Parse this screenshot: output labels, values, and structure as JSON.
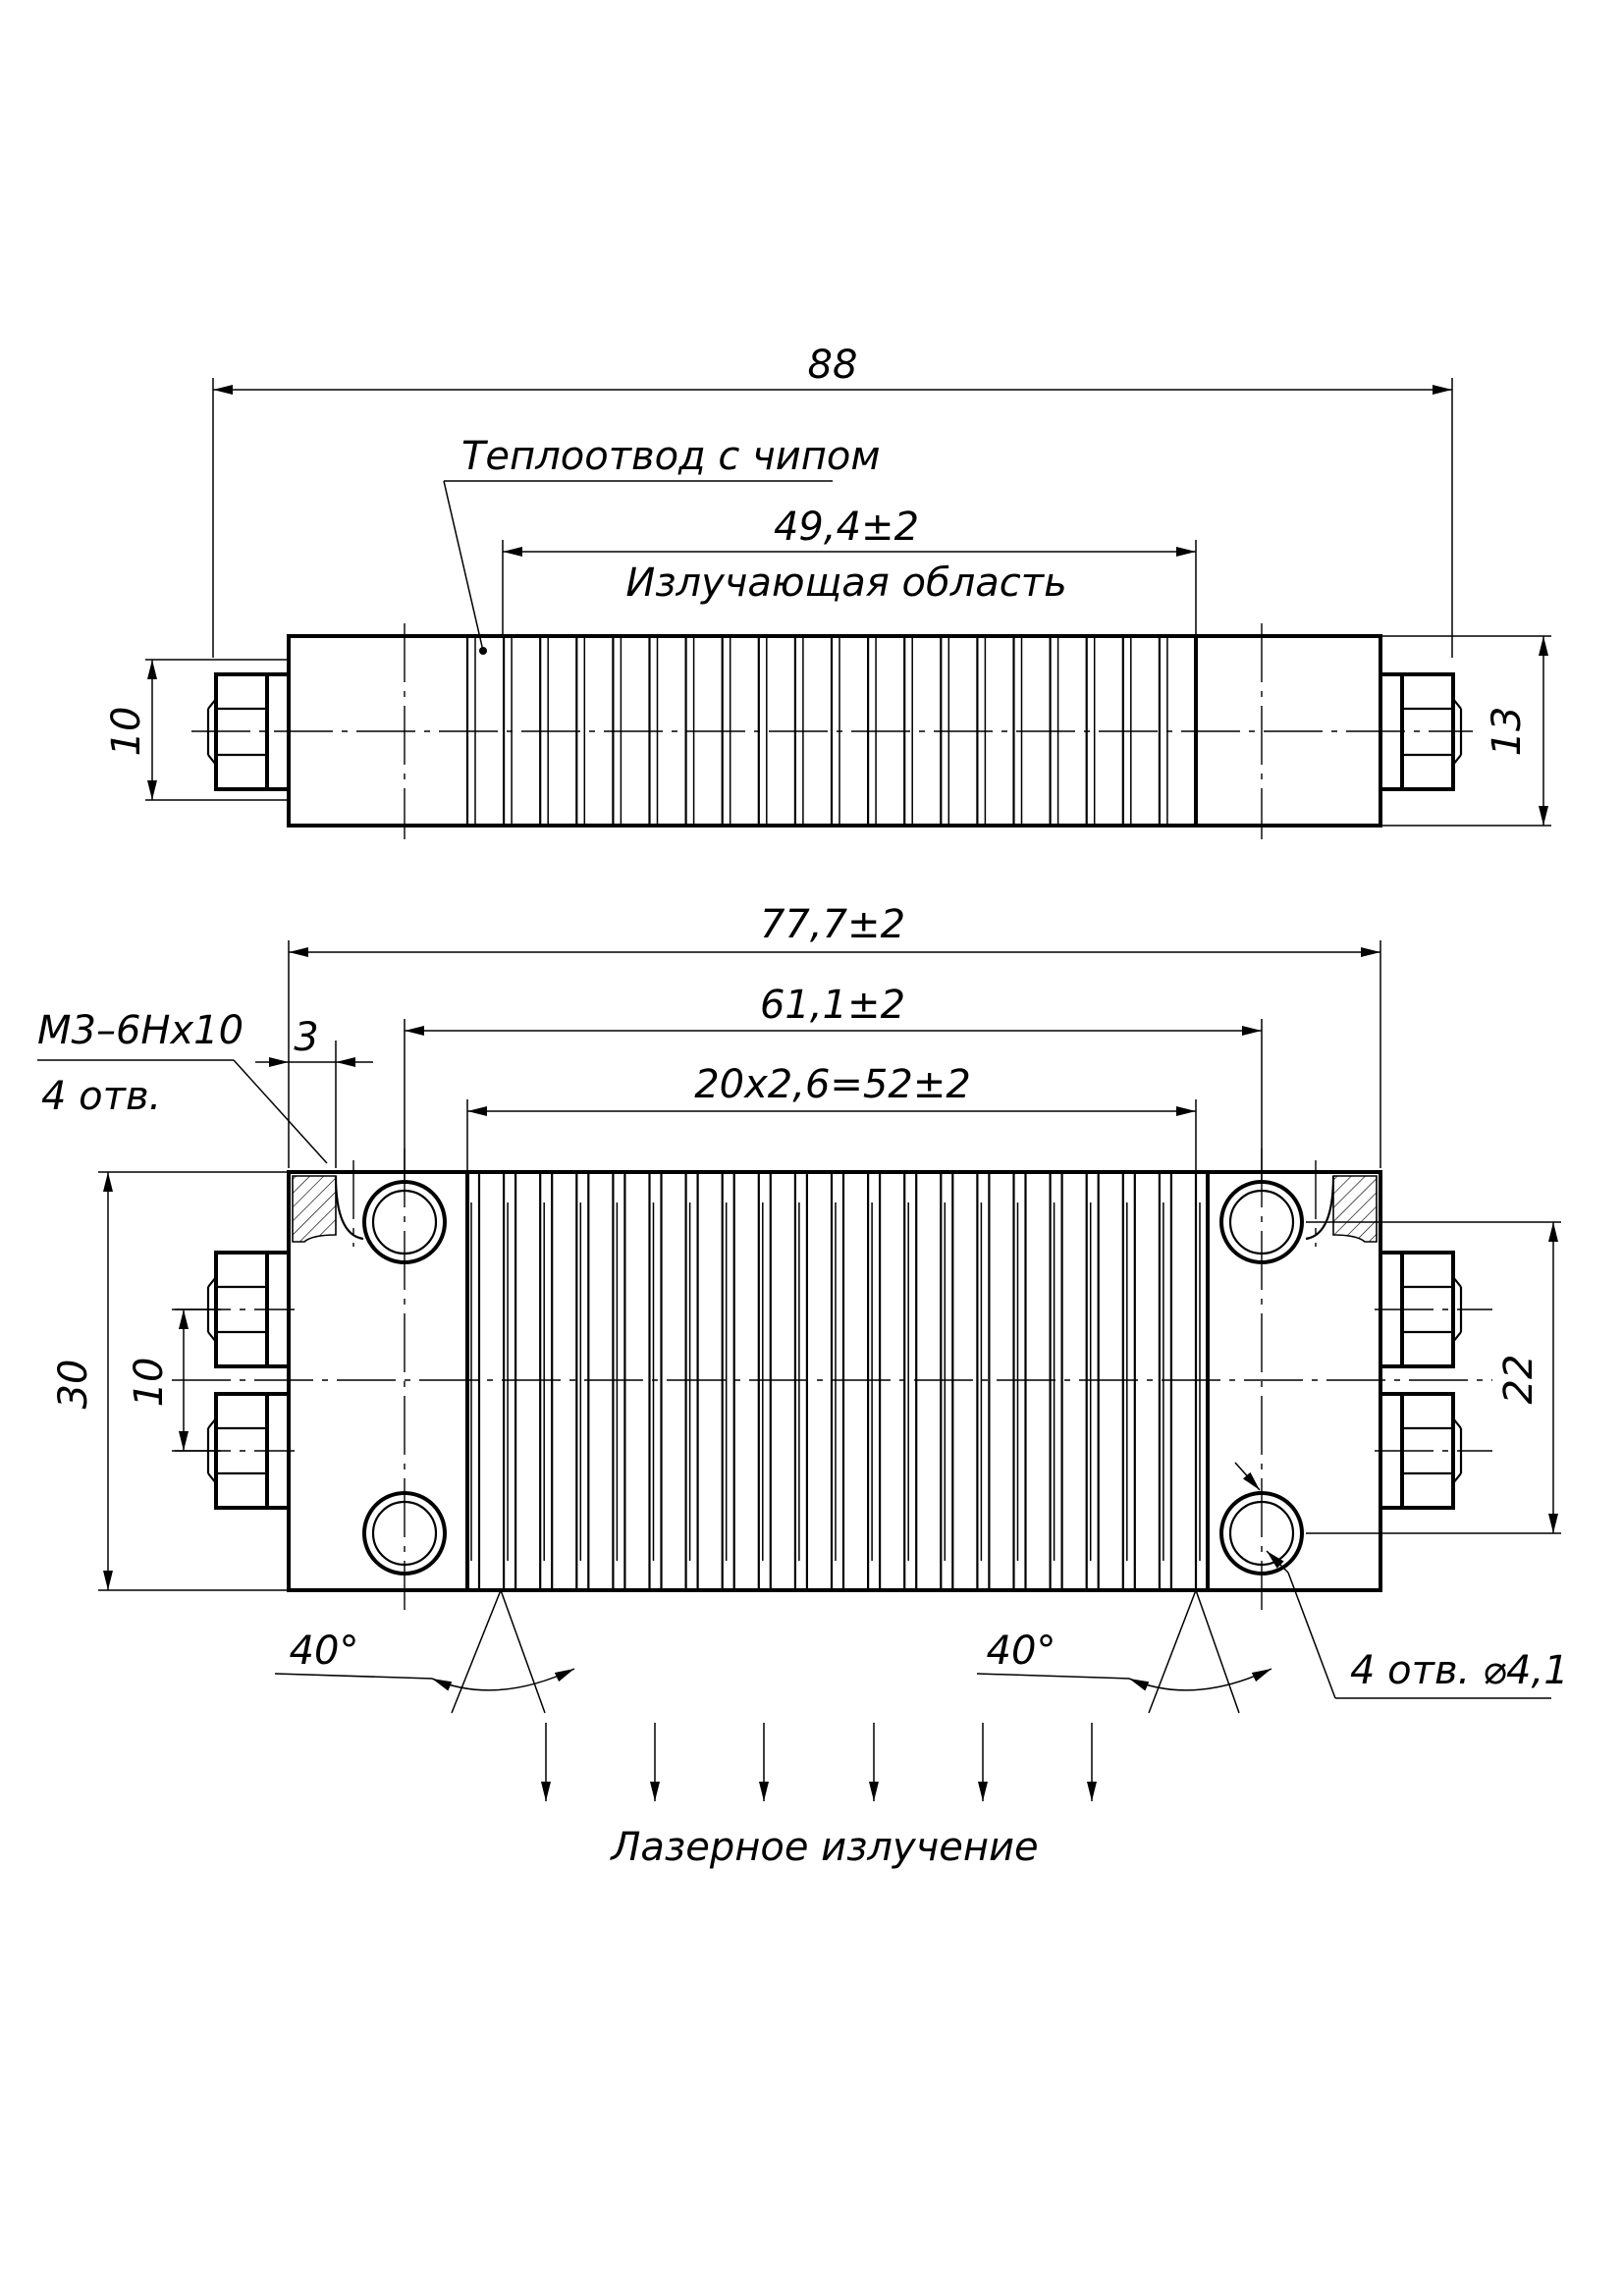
{
  "top_view": {
    "overall_length": "88",
    "chip_label": "Теплоотвод с чипом",
    "emitting_length": "49,4±2",
    "emitting_label": "Излучающая область",
    "height_left": "10",
    "height_right": "13"
  },
  "front_view": {
    "body_length": "77,7±2",
    "hole_pitch": "61,1±2",
    "fin_pitch": "20x2,6=52±2",
    "thread_spec": "М3–6Нх10",
    "thread_count": "4 отв.",
    "thread_offset": "3",
    "height": "30",
    "terminal_spacing": "10",
    "hole_spacing": "22",
    "angle_left": "40°",
    "angle_right": "40°",
    "holes_label": "4 отв. ⌀4,1",
    "laser_label": "Лазерное излучение"
  }
}
